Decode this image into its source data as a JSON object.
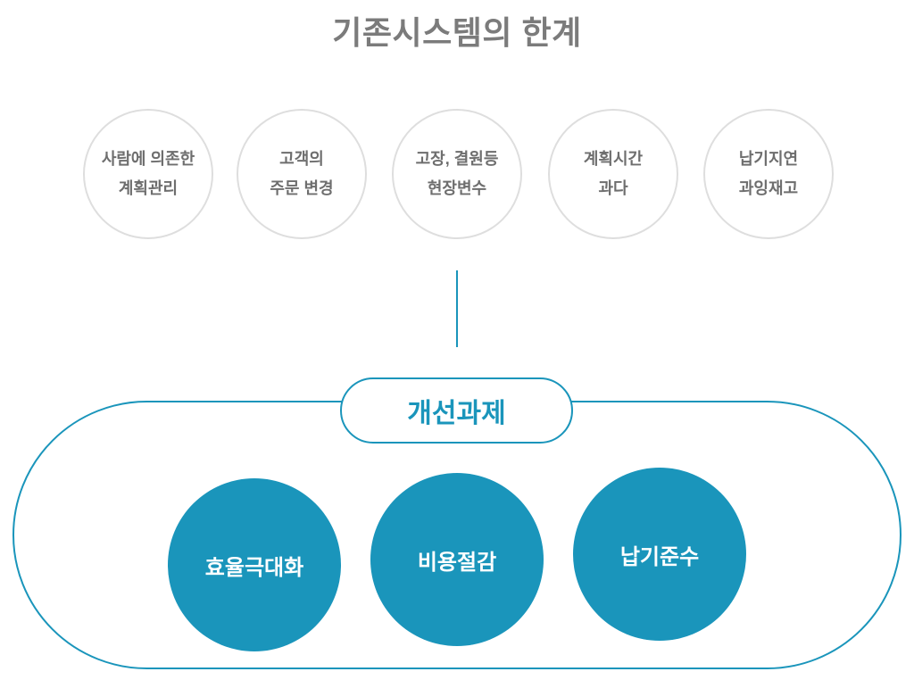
{
  "title": "기존시스템의 한계",
  "limitations": [
    {
      "line1": "사람에 의존한",
      "line2": "계획관리"
    },
    {
      "line1": "고객의",
      "line2": "주문 변경"
    },
    {
      "line1": "고장, 결원등",
      "line2": "현장변수"
    },
    {
      "line1": "계획시간",
      "line2": "과다"
    },
    {
      "line1": "납기지연",
      "line2": "과잉재고"
    }
  ],
  "improvement_label": "개선과제",
  "goals": [
    "효율극대화",
    "비용절감",
    "납기준수"
  ],
  "colors": {
    "accent": "#1a95bb",
    "circle_border": "#dedede",
    "title_text": "#7b7b7b",
    "limitation_text": "#6e6e6e"
  }
}
